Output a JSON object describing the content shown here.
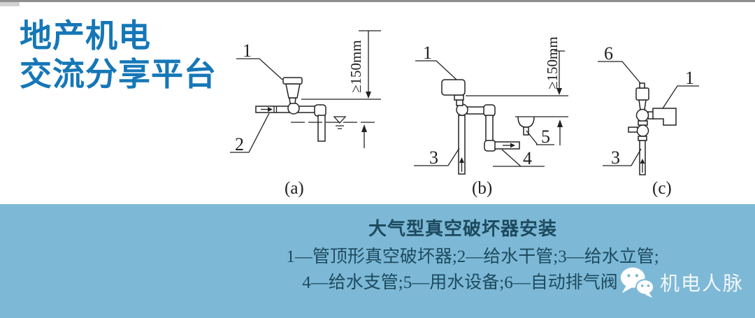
{
  "header": {
    "line1": "地产机电",
    "line2": "交流分享平台",
    "color": "#1577b7"
  },
  "figures": {
    "a": {
      "caption": "(a)",
      "dimension": "≥150mm",
      "labels": {
        "l1": "1",
        "l2": "2"
      }
    },
    "b": {
      "caption": "(b)",
      "dimension": "≥150mm",
      "labels": {
        "l1": "1",
        "l3": "3",
        "l4": "4",
        "l5": "5"
      }
    },
    "c": {
      "caption": "(c)",
      "labels": {
        "l6": "6",
        "l1": "1",
        "l3": "3"
      }
    }
  },
  "caption_panel": {
    "background": "#7db9d6",
    "text_color": "#1d4a5f",
    "title": "大气型真空破坏器安装",
    "legend_line1": "1—管顶形真空破坏器;2—给水干管;3—给水立管;",
    "legend_line2": "4—给水支管;5—用水设备;6—自动排气阀",
    "watermark_label": "机电人脉"
  }
}
